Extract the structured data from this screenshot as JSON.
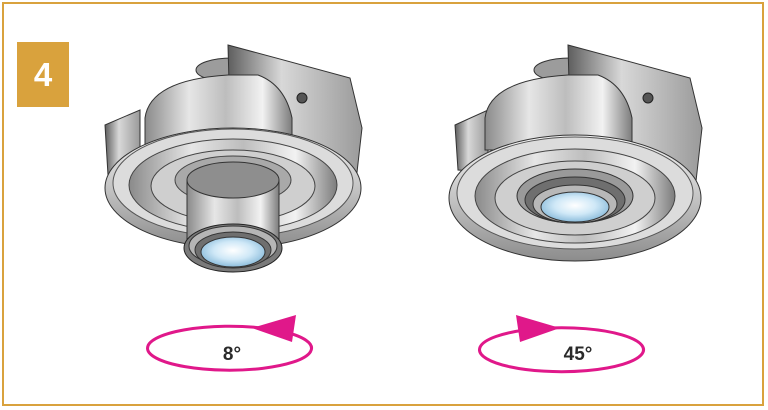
{
  "step_number": "4",
  "panels": [
    {
      "rotation_label": "8°",
      "lens_state": "extended"
    },
    {
      "rotation_label": "45°",
      "lens_state": "retracted"
    }
  ],
  "colors": {
    "frame_border": "#d9a23d",
    "badge_bg": "#d9a23d",
    "rotation_arrow": "#e0188a",
    "metal_light": "#f0f0f0",
    "metal_mid": "#b9b9b9",
    "metal_dark": "#6e6e6e",
    "lens": "#bfe0f5"
  }
}
